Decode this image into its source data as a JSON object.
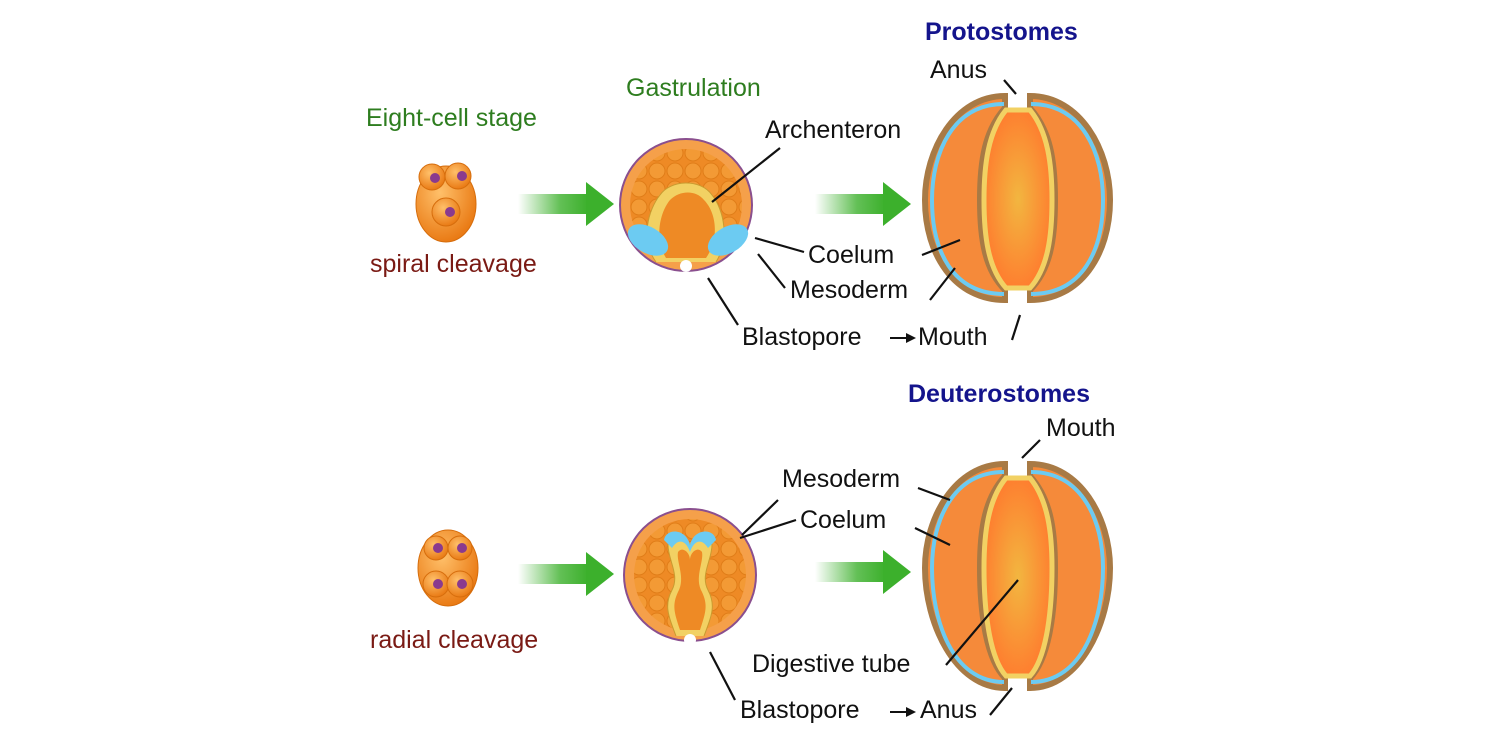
{
  "colors": {
    "stage_text": "#2e7d1f",
    "cleavage_text": "#7a1a14",
    "group_title": "#14148c",
    "arrow": "#3cb02c",
    "ectoderm": "#f5a04a",
    "mesoderm": "#6ccbf2",
    "endoderm": "#f2d163",
    "nucleus": "#7b2a7e",
    "body_outer": "#a87a45"
  },
  "top": {
    "stage_label": "Eight-cell stage",
    "cleavage_label": "spiral cleavage",
    "gastrulation_label": "Gastrulation",
    "group_title": "Protostomes",
    "labels": {
      "archenteron": "Archenteron",
      "coelum": "Coelum",
      "mesoderm": "Mesoderm",
      "anus": "Anus",
      "blastopore": "Blastopore",
      "mouth": "Mouth"
    }
  },
  "bottom": {
    "cleavage_label": "radial cleavage",
    "group_title": "Deuterostomes",
    "labels": {
      "mouth": "Mouth",
      "mesoderm": "Mesoderm",
      "coelum": "Coelum",
      "digestive_tube": "Digestive tube",
      "blastopore": "Blastopore",
      "anus": "Anus"
    }
  }
}
